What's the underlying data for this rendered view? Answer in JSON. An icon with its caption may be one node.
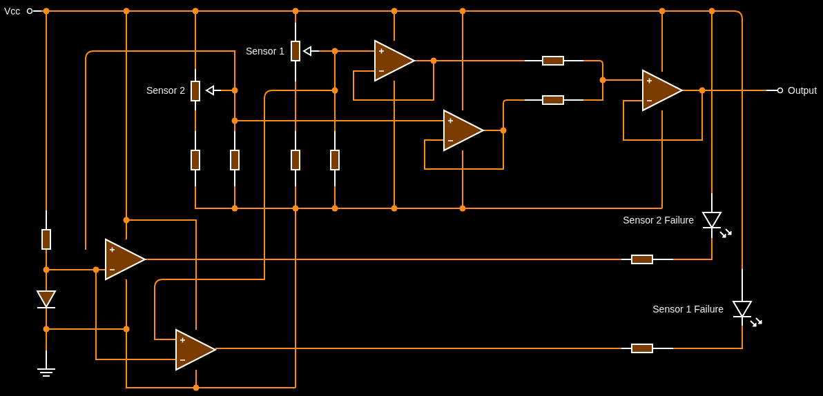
{
  "diagram": {
    "labels": [
      "Vcc",
      "Sensor 1",
      "Sensor 2",
      "Output",
      "Sensor 2 Failure",
      "Sensor 1 Failure"
    ]
  }
}
